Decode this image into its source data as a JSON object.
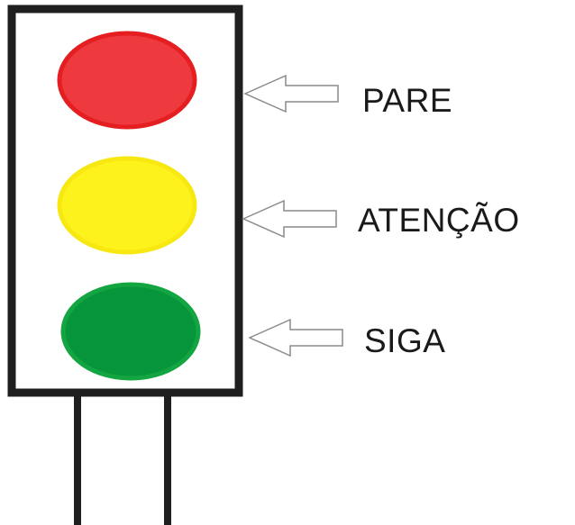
{
  "colors": {
    "housing_stroke": "#1f1f1f",
    "housing_fill": "#ffffff",
    "red_light": "#ee3a3e",
    "red_light_rim": "#e41e21",
    "yellow_light": "#fdf21c",
    "yellow_light_rim": "#f7e812",
    "green_light": "#07953b",
    "green_light_rim": "#13a541",
    "arrow_stroke": "#8a8a8a"
  },
  "lights": [
    {
      "label": "PARE",
      "color_name": "red",
      "icon": "arrow-left-outline-icon"
    },
    {
      "label": "ATENÇÃO",
      "color_name": "yellow",
      "icon": "arrow-left-outline-icon"
    },
    {
      "label": "SIGA",
      "color_name": "green",
      "icon": "arrow-left-outline-icon"
    }
  ]
}
